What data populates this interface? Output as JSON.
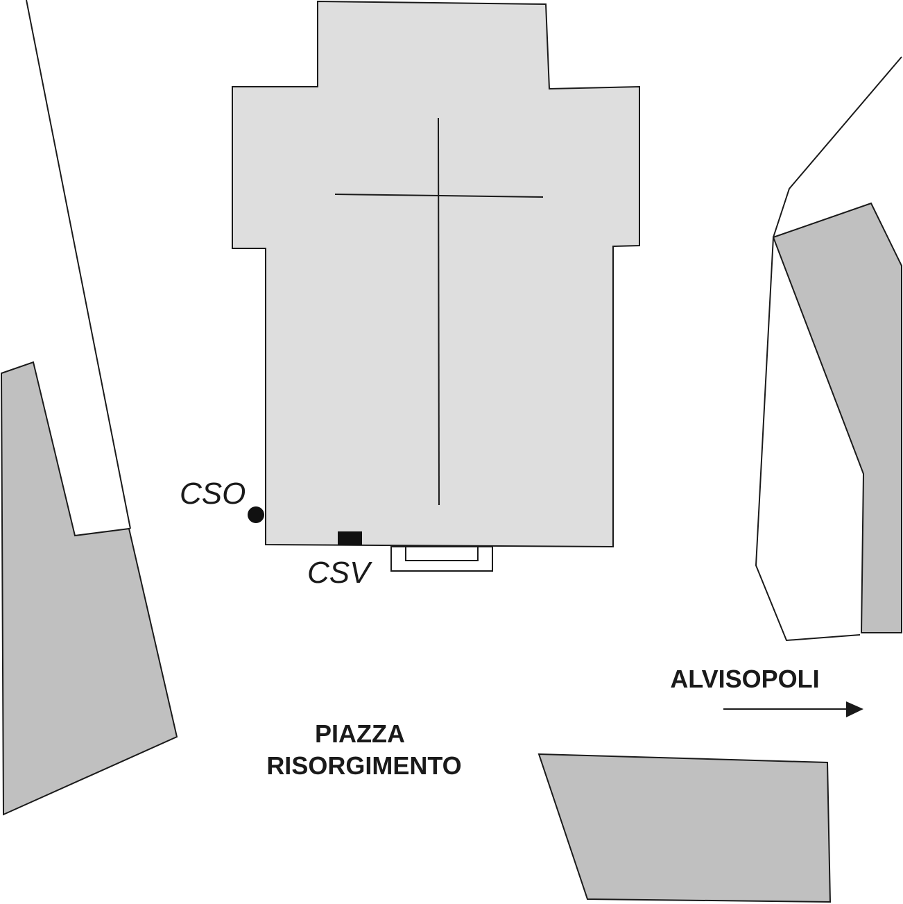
{
  "colors": {
    "background": "#ffffff",
    "church_fill": "#dedede",
    "building_fill": "#c0c0c0",
    "line": "#1a1a1a"
  },
  "labels": {
    "cso": "CSO",
    "csv": "CSV",
    "square_line1": "PIAZZA",
    "square_line2": "RISORGIMENTO",
    "direction": "ALVISOPOLI"
  },
  "icons": {
    "cso_marker": "filled-circle",
    "csv_marker": "filled-rectangle",
    "church_symbol": "cross",
    "direction_arrow": "arrow-right"
  }
}
